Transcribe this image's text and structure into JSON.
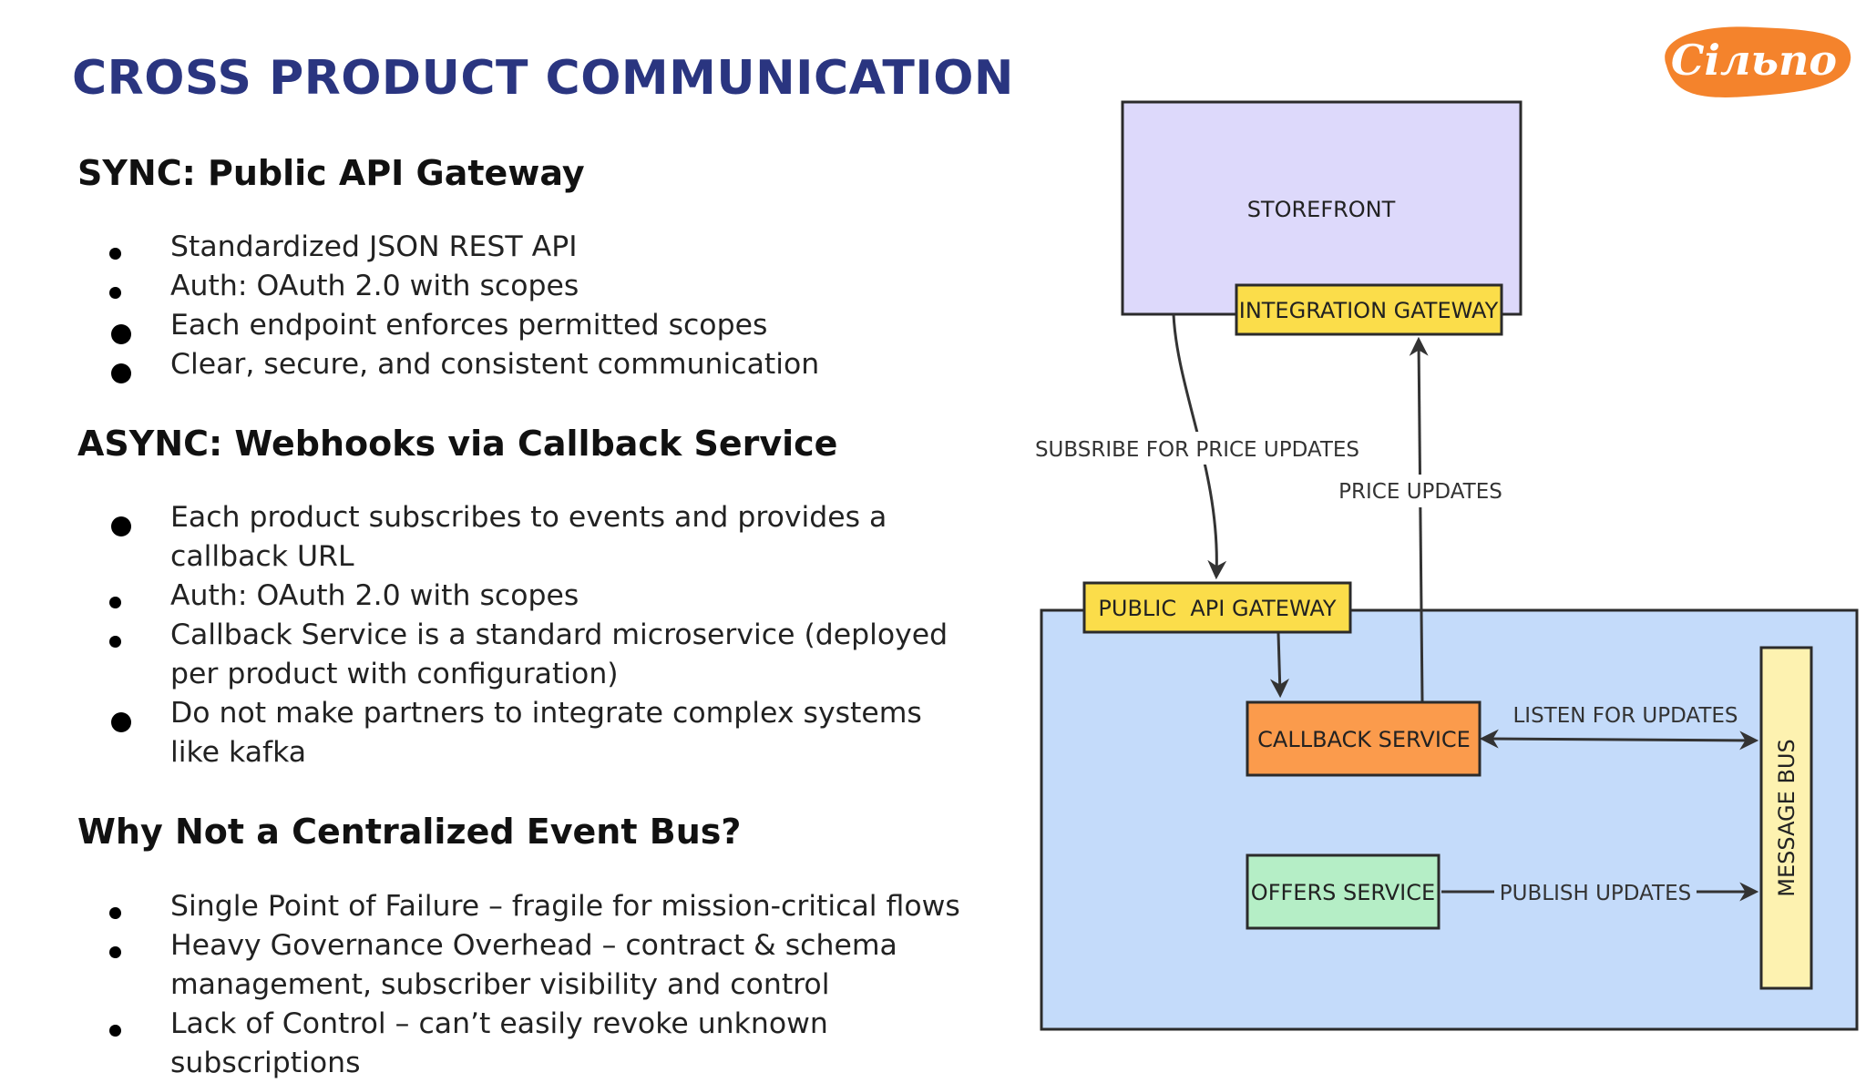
{
  "slide": {
    "title": "CROSS PRODUCT COMMUNICATION",
    "logo_text": "Сільпо",
    "colors": {
      "title": "#2a3580",
      "logo": "#f4832c",
      "storefront_fill": "#ddd9fb",
      "platform_fill": "#c4dbfa",
      "gateway_fill": "#fbdd4a",
      "callback_fill": "#fb9b4c",
      "offers_fill": "#b5eec6",
      "bus_fill": "#fdf2b0"
    }
  },
  "sections": [
    {
      "heading": "SYNC: Public API Gateway",
      "bullets": [
        {
          "text": "Standardized JSON REST API",
          "style": "small"
        },
        {
          "text": "Auth: OAuth 2.0 with scopes",
          "style": "small"
        },
        {
          "text": "Each endpoint enforces permitted scopes",
          "style": "large"
        },
        {
          "text": "Clear, secure, and consistent communication",
          "style": "large"
        }
      ]
    },
    {
      "heading": "ASYNC: Webhooks via Callback Service",
      "bullets": [
        {
          "text": "Each product subscribes to events and provides a callback URL",
          "style": "large"
        },
        {
          "text": "Auth: OAuth 2.0 with scopes",
          "style": "small"
        },
        {
          "text": "Callback Service is a standard microservice (deployed per product with configuration)",
          "style": "small"
        },
        {
          "text": "Do not make partners to integrate complex systems like kafka",
          "style": "large"
        }
      ]
    },
    {
      "heading": "Why Not a Centralized Event Bus?",
      "bullets": [
        {
          "text": "Single Point of Failure – fragile for mission-critical flows",
          "style": "small"
        },
        {
          "text": "Heavy Governance Overhead – contract & schema management, subscriber visibility and control",
          "style": "small"
        },
        {
          "text": "Lack of Control – can’t easily revoke unknown subscriptions",
          "style": "small"
        }
      ]
    }
  ],
  "diagram": {
    "nodes": {
      "storefront": "STOREFRONT",
      "integration_gateway": "INTEGRATION GATEWAY",
      "public_api_gateway": "PUBLIC  API GATEWAY",
      "callback_service": "CALLBACK SERVICE",
      "offers_service": "OFFERS SERVICE",
      "message_bus": "MESSAGE BUS"
    },
    "edges": {
      "subscribe": "SUBSRIBE FOR PRICE UPDATES",
      "price_updates": "PRICE UPDATES",
      "listen": "LISTEN FOR UPDATES",
      "publish": "PUBLISH UPDATES"
    }
  }
}
